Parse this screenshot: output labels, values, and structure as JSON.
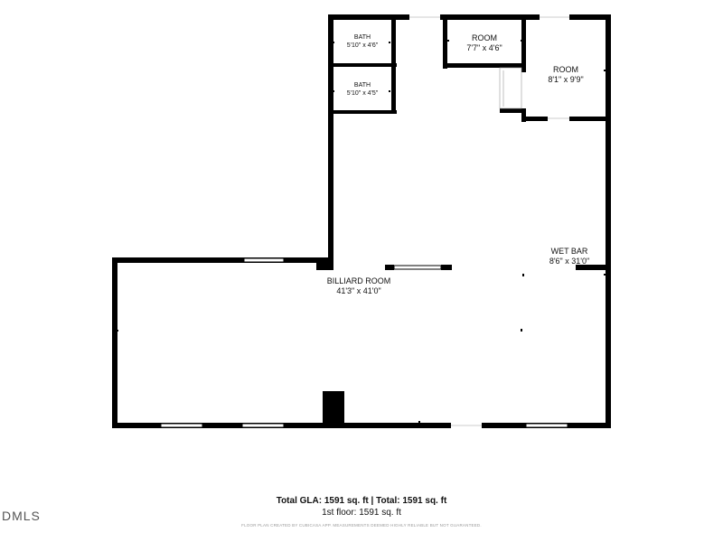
{
  "rooms": {
    "bath1": {
      "name": "BATH",
      "dims": "5'10\" x 4'6\""
    },
    "bath2": {
      "name": "BATH",
      "dims": "5'10\" x 4'5\""
    },
    "room1": {
      "name": "ROOM",
      "dims": "7'7\" x 4'6\""
    },
    "room2": {
      "name": "ROOM",
      "dims": "8'1\" x 9'9\""
    },
    "wetbar": {
      "name": "WET BAR",
      "dims": "8'6\" x 31'0\""
    },
    "billiard": {
      "name": "BILLIARD ROOM",
      "dims": "41'3\" x 41'0\""
    }
  },
  "footer": {
    "total": "Total GLA: 1591 sq. ft | Total: 1591 sq. ft",
    "floor": "1st floor: 1591 sq. ft",
    "disclaimer": "FLOOR PLAN CREATED BY CUBICASA APP. MEASUREMENTS DEEMED HIGHLY RELIABLE BUT NOT GUARANTEED."
  },
  "logo": {
    "text": "DMLS"
  },
  "colors": {
    "wall": "#000000",
    "window": "#ffffff",
    "background": "#ffffff"
  }
}
